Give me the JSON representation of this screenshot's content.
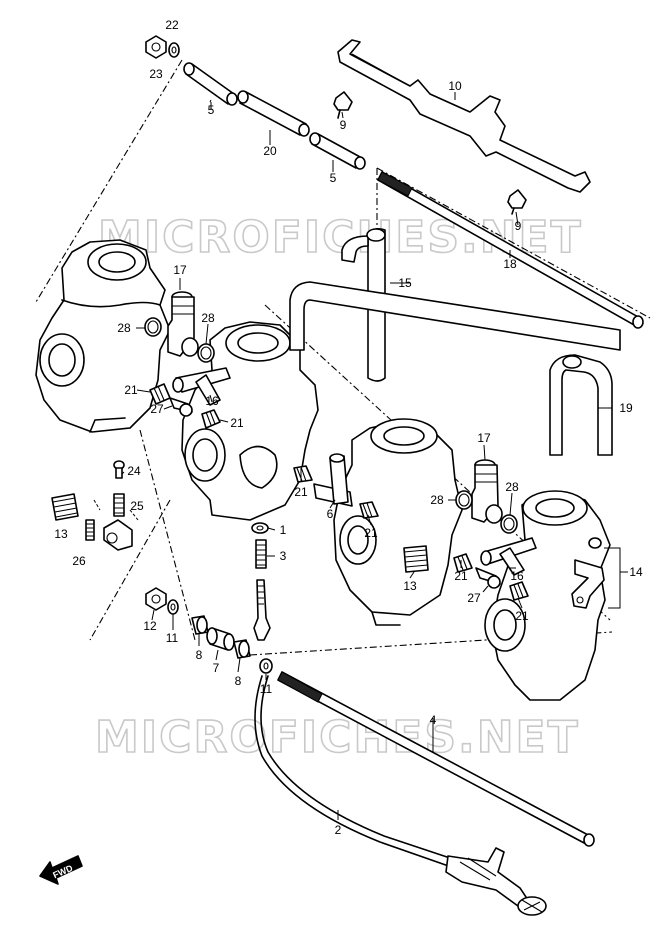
{
  "watermark": "MICROFICHES.NET",
  "fwd_label": "FWD",
  "callouts": [
    {
      "id": "c22",
      "text": "22"
    },
    {
      "id": "c23",
      "text": "23"
    },
    {
      "id": "c5a",
      "text": "5"
    },
    {
      "id": "c20",
      "text": "20"
    },
    {
      "id": "c5b",
      "text": "5"
    },
    {
      "id": "c9a",
      "text": "9"
    },
    {
      "id": "c10",
      "text": "10"
    },
    {
      "id": "c9b",
      "text": "9"
    },
    {
      "id": "c18",
      "text": "18"
    },
    {
      "id": "c15",
      "text": "15"
    },
    {
      "id": "c17a",
      "text": "17"
    },
    {
      "id": "c28a",
      "text": "28"
    },
    {
      "id": "c28b",
      "text": "28"
    },
    {
      "id": "c21a",
      "text": "21"
    },
    {
      "id": "c27a",
      "text": "27"
    },
    {
      "id": "c16a",
      "text": "16"
    },
    {
      "id": "c21b",
      "text": "21"
    },
    {
      "id": "c19",
      "text": "19"
    },
    {
      "id": "c24",
      "text": "24"
    },
    {
      "id": "c13a",
      "text": "13"
    },
    {
      "id": "c25",
      "text": "25"
    },
    {
      "id": "c26",
      "text": "26"
    },
    {
      "id": "c21c",
      "text": "21"
    },
    {
      "id": "c6",
      "text": "6"
    },
    {
      "id": "c21d",
      "text": "21"
    },
    {
      "id": "c1",
      "text": "1"
    },
    {
      "id": "c3",
      "text": "3"
    },
    {
      "id": "c17b",
      "text": "17"
    },
    {
      "id": "c28c",
      "text": "28"
    },
    {
      "id": "c28d",
      "text": "28"
    },
    {
      "id": "c13b",
      "text": "13"
    },
    {
      "id": "c21e",
      "text": "21"
    },
    {
      "id": "c16b",
      "text": "16"
    },
    {
      "id": "c14",
      "text": "14"
    },
    {
      "id": "c27b",
      "text": "27"
    },
    {
      "id": "c21f",
      "text": "21"
    },
    {
      "id": "c12",
      "text": "12"
    },
    {
      "id": "c11a",
      "text": "11"
    },
    {
      "id": "c8a",
      "text": "8"
    },
    {
      "id": "c7",
      "text": "7"
    },
    {
      "id": "c8b",
      "text": "8"
    },
    {
      "id": "c11b",
      "text": "11"
    },
    {
      "id": "c4",
      "text": "4"
    },
    {
      "id": "c2",
      "text": "2"
    }
  ]
}
